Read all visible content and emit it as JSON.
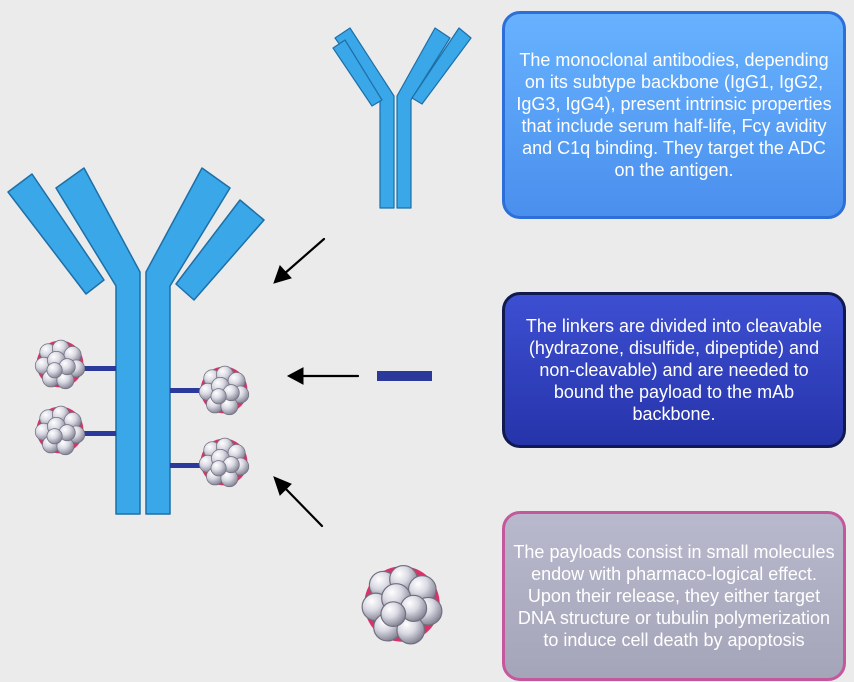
{
  "boxes": {
    "mab_text": "The monoclonal antibodies, depending on its subtype backbone (IgG1, IgG2, IgG3, IgG4), present intrinsic properties that include serum half-life, Fcγ avidity and C1q binding. They target the ADC on the antigen.",
    "linker_text": "The linkers are divided into cleavable (hydrazone, disulfide, dipeptide) and non-cleavable) and are needed to bound the payload to the mAb backbone.",
    "payload_text": "The payloads consist in small molecules endow with pharmaco-logical effect. Upon their release, they either target DNA structure or tubulin polymerization to induce cell death by apoptosis"
  },
  "colors": {
    "background": "#ebebeb",
    "antibody": "#3aa7e8",
    "antibody_outline": "#1d6fa8",
    "linker": "#2b3a9a",
    "payload_accent": "#d6336a",
    "arrow": "#000000"
  },
  "icons": [
    "antibody-small-icon",
    "antibody-large-icon",
    "linker-icon",
    "payload-icon",
    "arrow-icon"
  ]
}
